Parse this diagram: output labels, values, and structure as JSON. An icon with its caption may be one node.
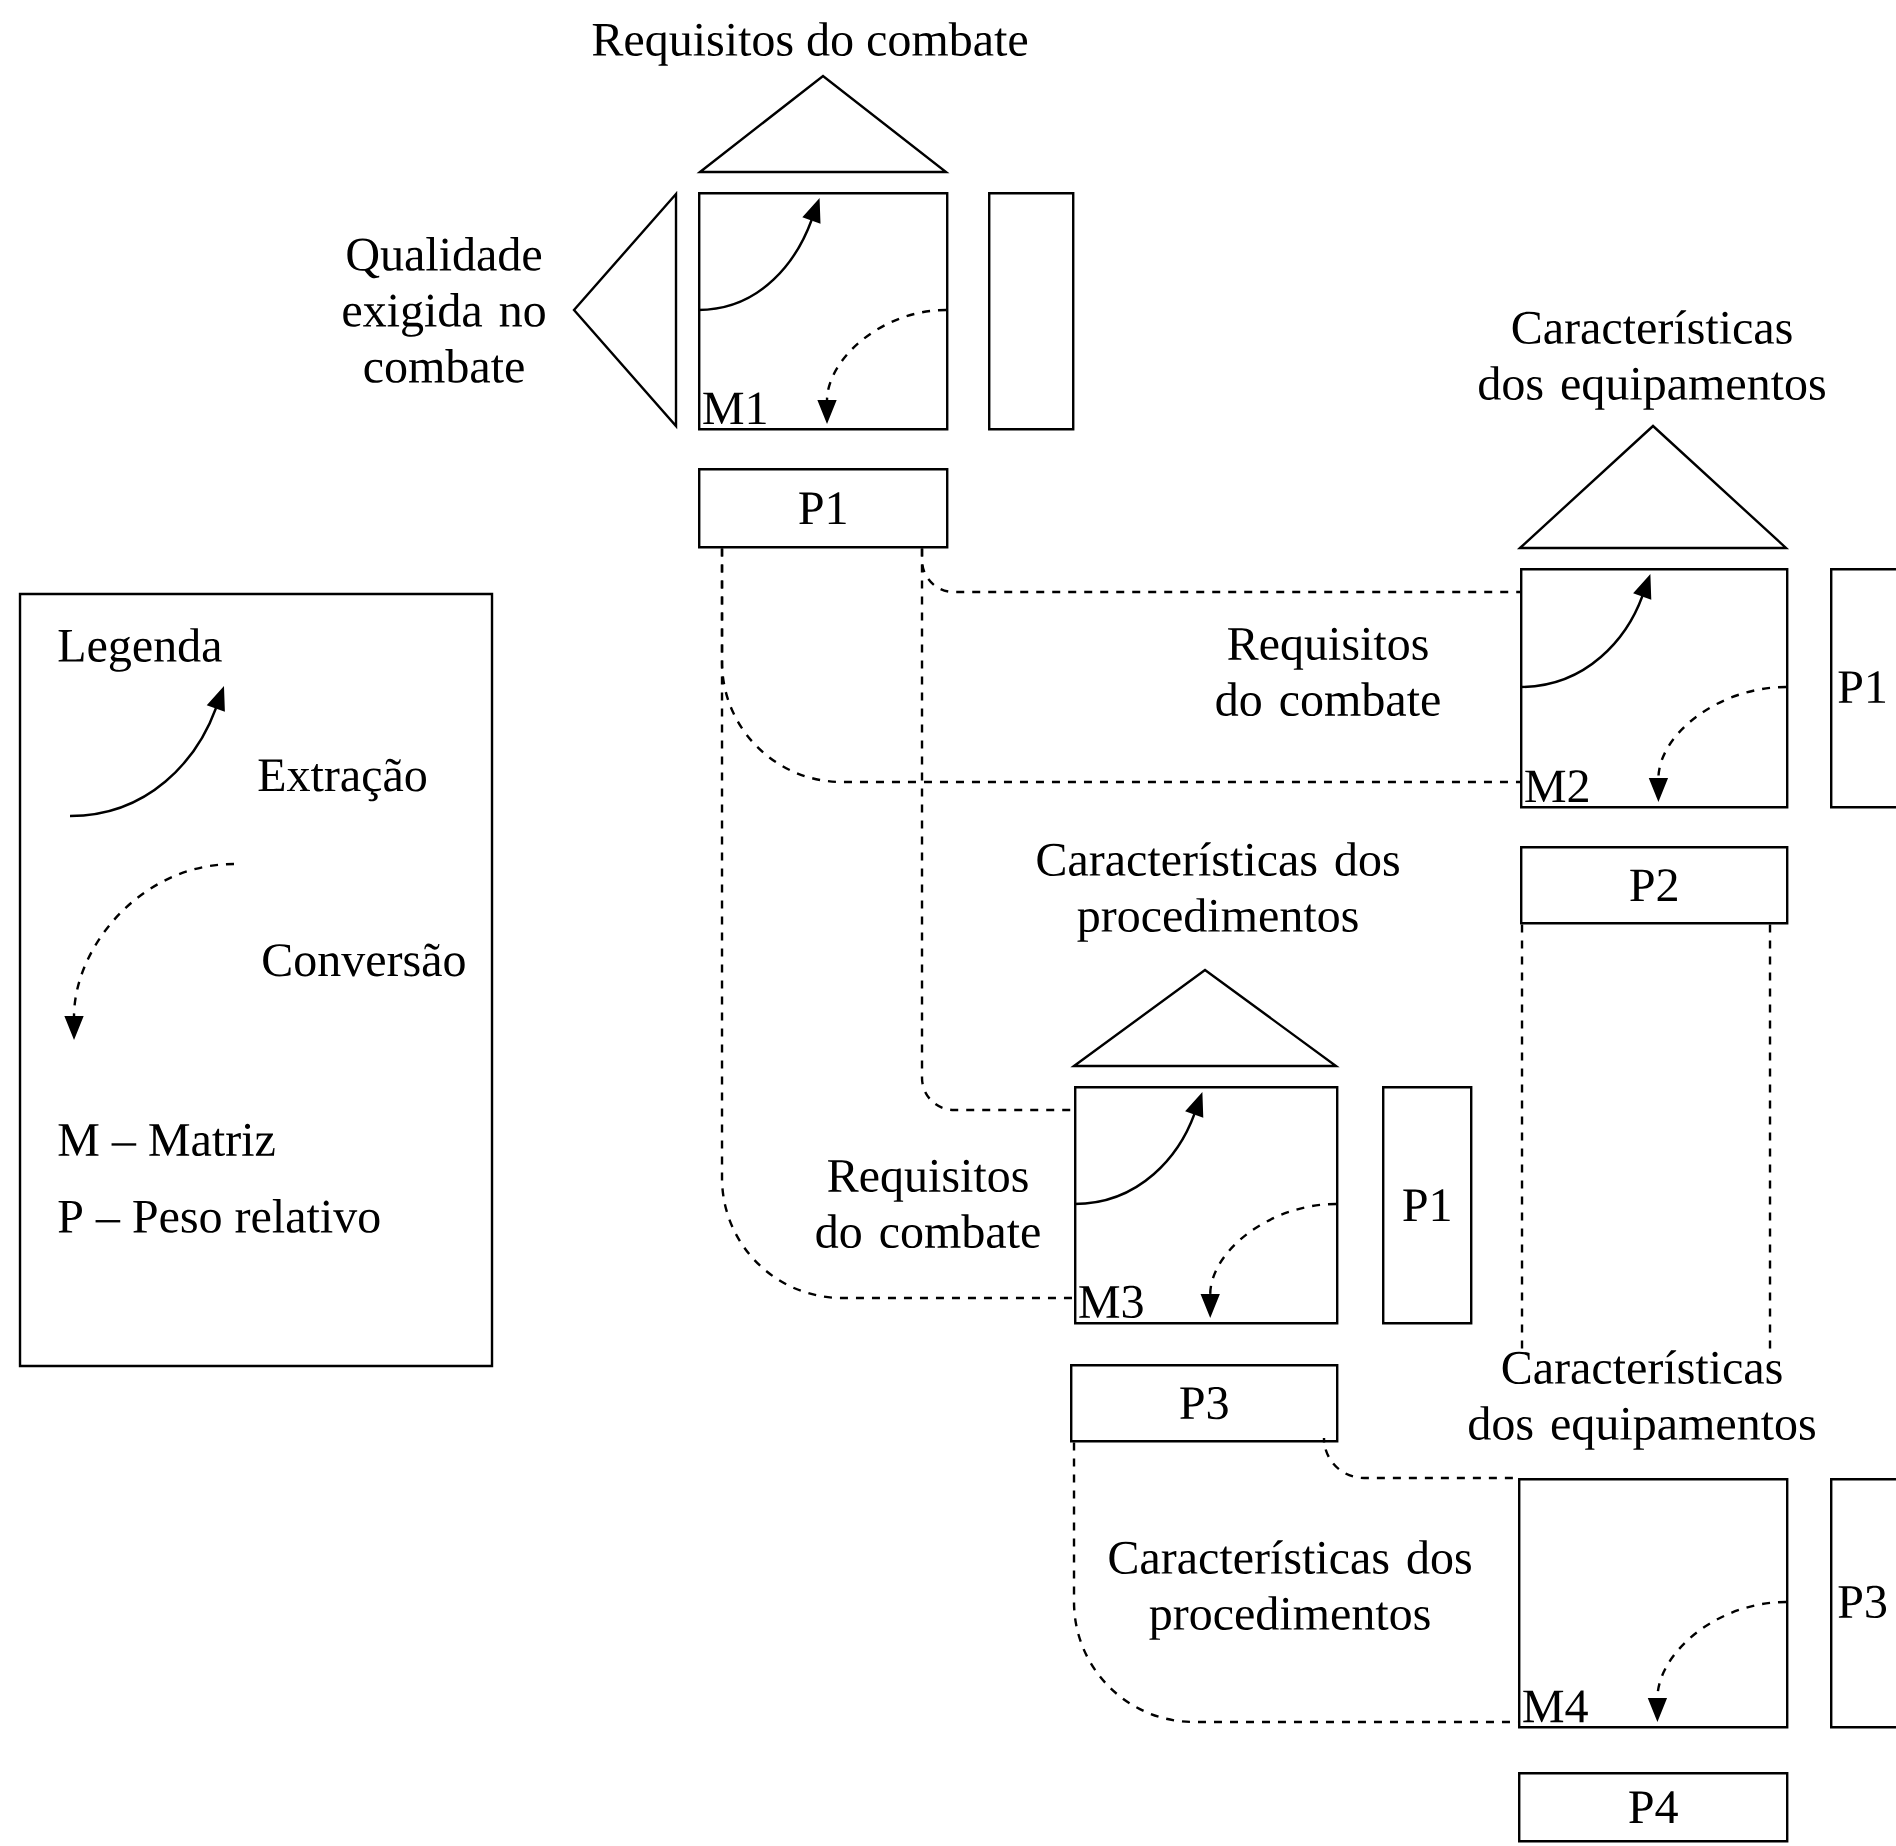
{
  "diagram": {
    "nodes": [
      {
        "text": [
          "Requisitos do combate"
        ]
      },
      {
        "text": [
          "Qualidade exigida no combate"
        ]
      },
      {
        "text": [
          "M1"
        ]
      },
      {
        "text": [],
        "shape": "box"
      },
      {
        "text": [
          "P1"
        ]
      },
      {
        "text": [
          "Características dos equipamentos"
        ]
      },
      {
        "text": [
          "M2"
        ],
        "beside": [
          "Requisitos do combate"
        ]
      },
      {
        "text": [
          "P1"
        ]
      },
      {
        "text": [
          "P2"
        ]
      },
      {
        "text": [
          "Características dos procedimentos"
        ]
      },
      {
        "text": [
          "M3"
        ],
        "beside": [
          "Requisitos do combate"
        ]
      },
      {
        "text": [
          "P1"
        ]
      },
      {
        "text": [
          "P3"
        ]
      },
      {
        "text": [
          "Características dos equipamentos",
          "M4"
        ],
        "beside": [
          "Características dos procedimentos"
        ]
      },
      {
        "text": [
          "P3"
        ]
      },
      {
        "text": [
          "P4"
        ]
      }
    ],
    "edges": [
      {
        "from": 4,
        "to": 6,
        "arrow": "none",
        "style": "dashed"
      },
      {
        "from": 4,
        "to": 6,
        "arrow": "none",
        "style": "dashed"
      },
      {
        "from": 4,
        "to": 10,
        "arrow": "none",
        "style": "dashed"
      },
      {
        "from": 4,
        "to": 10,
        "arrow": "none",
        "style": "dashed"
      },
      {
        "from": 8,
        "to": 13,
        "arrow": "none",
        "style": "dashed"
      },
      {
        "from": 8,
        "to": 13,
        "arrow": "none",
        "style": "dashed"
      },
      {
        "from": 12,
        "to": 13,
        "arrow": "none",
        "style": "dashed"
      },
      {
        "from": 12,
        "to": 13,
        "arrow": "none",
        "style": "dashed"
      }
    ],
    "labels": [
      "Legenda"
    ],
    "legend": [
      {
        "text": "Extração"
      },
      {
        "text": "Conversão"
      },
      {
        "text": "M – Matriz"
      },
      {
        "text": "P – Peso relativo"
      }
    ]
  }
}
